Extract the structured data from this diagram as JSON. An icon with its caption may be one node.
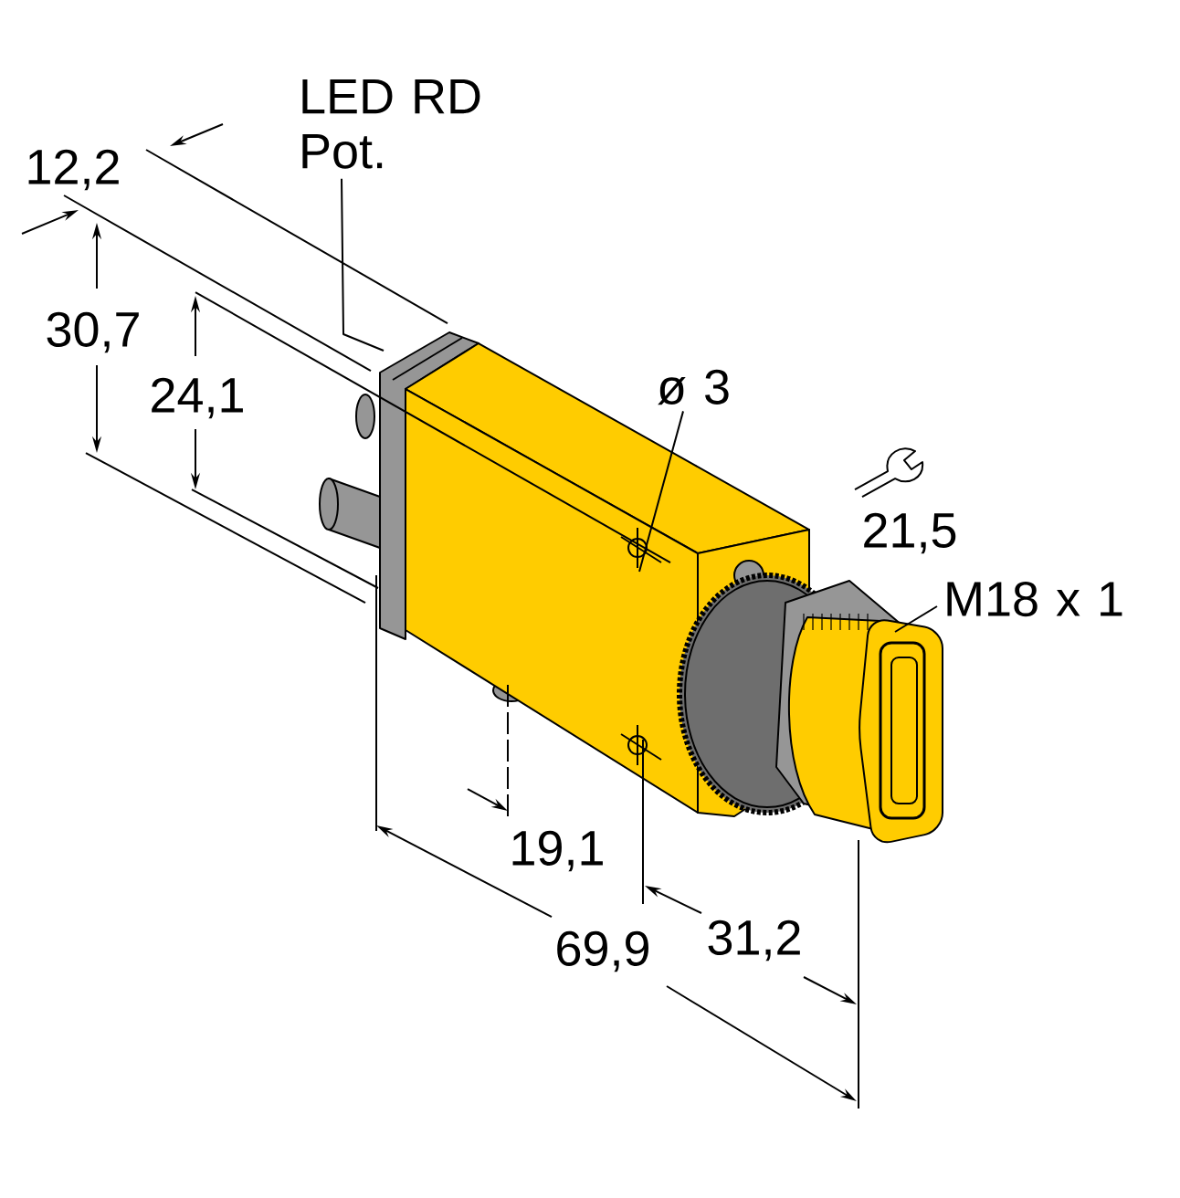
{
  "diagram": {
    "nodes": [
      {
        "text": [
          "LED RD Pot."
        ]
      },
      {
        "text": [
          "ø 3"
        ]
      },
      {
        "text": [
          "M18 x 1"
        ]
      }
    ],
    "edges": [
      {
        "from": 0,
        "to": null,
        "arrow": "none"
      },
      {
        "from": 1,
        "to": null,
        "arrow": "none"
      },
      {
        "from": 2,
        "to": null,
        "arrow": "none"
      }
    ],
    "labels": [
      "12,2",
      "30,7",
      "24,1",
      "21,5",
      "19,1",
      "69,9",
      "31,2"
    ]
  }
}
